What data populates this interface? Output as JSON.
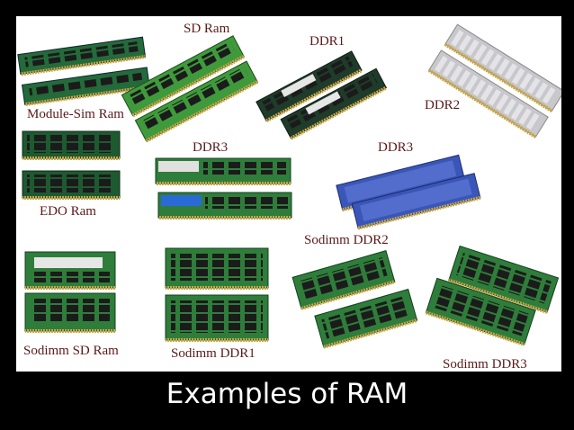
{
  "caption": "Examples of RAM",
  "labels": {
    "sd_ram": "SD Ram",
    "ddr1": "DDR1",
    "ddr2": "DDR2",
    "module_sim": "Module-Sim Ram",
    "ddr3_a": "DDR3",
    "ddr3_b": "DDR3",
    "edo": "EDO Ram",
    "sodimm_ddr2": "Sodimm DDR2",
    "sodimm_sd": "Sodimm SD Ram",
    "sodimm_ddr1": "Sodimm DDR1",
    "sodimm_ddr3": "Sodimm DDR3"
  },
  "colors": {
    "frame": "#000000",
    "panel": "#ffffff",
    "label_text": "#5a1a1a",
    "pcb_green": "#2f7d3a",
    "chip_black": "#1b1b1b",
    "gold_pins": "#c9a646",
    "heatsink_silver": "#c8c8cc",
    "heatsink_blue": "#3a56b8"
  }
}
